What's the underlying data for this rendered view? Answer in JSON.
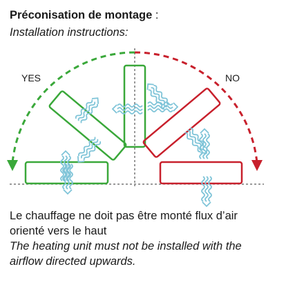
{
  "header": {
    "title_fr": "Préconisation de montage",
    "title_colon": " :",
    "title_en": "Installation instructions:"
  },
  "diagram": {
    "label_yes": "YES",
    "label_no": "NO",
    "colors": {
      "allowed": "#3aa83a",
      "forbidden": "#c8202c",
      "airflow": "#7fc4d8",
      "axis": "#333333"
    }
  },
  "caption": {
    "fr_line1": "Le chauffage ne doit pas être monté flux d’air",
    "fr_line2": "orienté vers le haut",
    "en_line1": "The heating unit must not be installed with the",
    "en_line2": "airflow directed upwards."
  }
}
